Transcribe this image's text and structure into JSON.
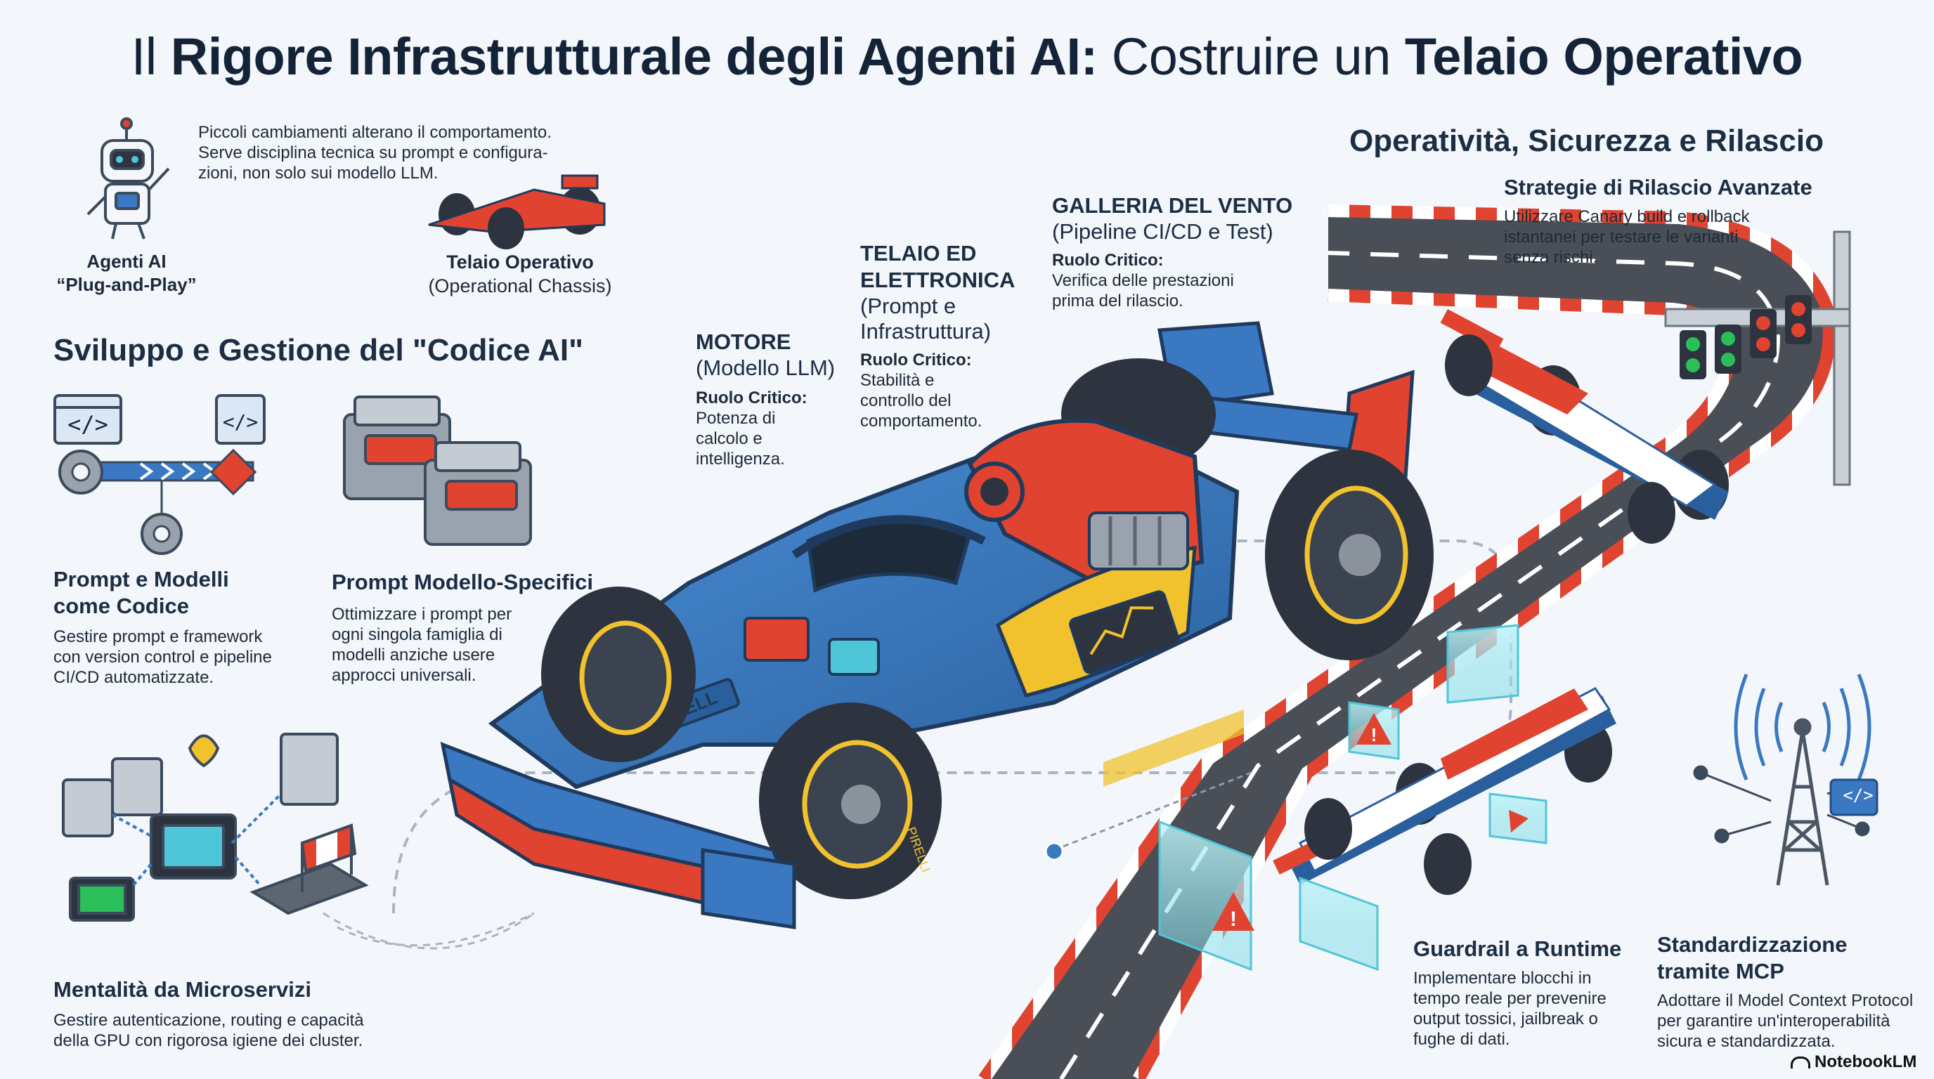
{
  "title": {
    "p1": "Il ",
    "p2": "Rigore Infrastrutturale degli Agenti AI:",
    "p3": " Costruire un ",
    "p4": "Telaio Operativo"
  },
  "intro": {
    "text_lines": [
      "Piccoli cambiamenti alterano il comportamento.",
      "Serve disciplina tecnica su prompt e configura-",
      "zioni, non solo sui modello LLM."
    ],
    "agent_label_lines": [
      "Agenti AI",
      "“Plug-and-Play”"
    ],
    "chassis_label": "Telaio Operativo",
    "chassis_sub": "(Operational Chassis)"
  },
  "left_section": {
    "heading": "Sviluppo e Gestione del \"Codice AI\"",
    "prompt_models": {
      "title_lines": [
        "Prompt e Modelli",
        "come Codice"
      ],
      "text_lines": [
        "Gestire prompt e framework",
        "con version control e pipeline",
        "CI/CD automatizzate."
      ]
    },
    "model_specific": {
      "title": "Prompt Modello-Specifici",
      "text_lines": [
        "Ottimizzare i prompt per",
        "ogni singola famiglia di",
        "modelli anziche usere",
        "approcci universali."
      ]
    },
    "microservices": {
      "title": "Mentalità da Microservizi",
      "text_lines": [
        "Gestire autenticazione, routing e capacità",
        "della GPU con rigorosa igiene dei cluster."
      ]
    }
  },
  "car_callouts": {
    "motore": {
      "title": "MOTORE",
      "sub": "(Modello LLM)",
      "rc": "Ruolo Critico:",
      "text_lines": [
        "Potenza di",
        "calcolo e",
        "intelligenza."
      ]
    },
    "telaio": {
      "title_lines": [
        "TELAIO ED",
        "ELETTRONICA"
      ],
      "sub_lines": [
        "(Prompt e",
        "Infrastruttura)"
      ],
      "rc": "Ruolo Critico:",
      "text_lines": [
        "Stabilità e",
        "controllo del",
        "comportamento."
      ]
    },
    "galleria": {
      "title": "GALLERIA DEL VENTO",
      "sub": "(Pipeline CI/CD e Test)",
      "rc": "Ruolo Critico:",
      "text_lines": [
        "Verifica delle prestazioni",
        "prima del rilascio."
      ]
    }
  },
  "right_section": {
    "heading": "Operatività, Sicurezza e Rilascio",
    "release": {
      "title": "Strategie di Rilascio Avanzate",
      "text_lines": [
        "Utilizzare Canary build e rollback",
        "istantanei per testare le varianti",
        "senza rischi."
      ]
    },
    "guardrails": {
      "title": "Guardrail a Runtime",
      "text_lines": [
        "Implementare blocchi in",
        "tempo reale per prevenire",
        "output tossici, jailbreak o",
        "fughe di dati."
      ]
    },
    "mcp": {
      "title_lines": [
        "Standardizzazione",
        "tramite MCP"
      ],
      "text_lines": [
        "Adottare il Model Context Protocol",
        "per garantire un'interoperabilità",
        "sicura e standardizzata."
      ]
    }
  },
  "icons": {
    "code_icon": "</>",
    "git_icon": "git-branch-icon"
  },
  "tire_text": "PIRELLI",
  "wing_text": "DELL",
  "footer": {
    "brand": "NotebookLM"
  },
  "colors": {
    "accent_blue": "#3a78c2",
    "accent_red": "#e0432f",
    "accent_yellow": "#f2c12e",
    "dark": "#142337"
  }
}
